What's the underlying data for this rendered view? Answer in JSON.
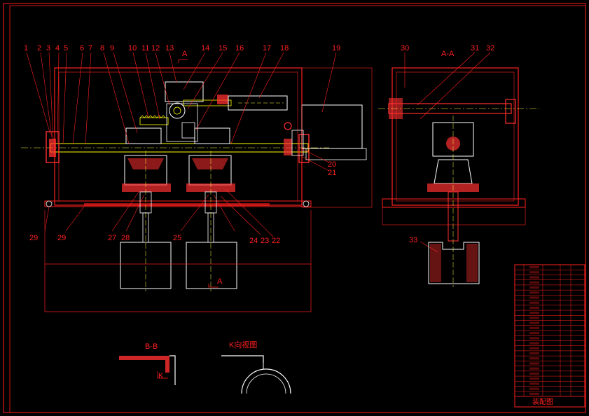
{
  "drawing": {
    "part_numbers": [
      "1",
      "2",
      "3",
      "4",
      "5",
      "6",
      "7",
      "8",
      "9",
      "10",
      "11",
      "12",
      "13",
      "14",
      "15",
      "16",
      "17",
      "18",
      "19",
      "20",
      "21",
      "22",
      "23",
      "24",
      "25",
      "27",
      "28",
      "29",
      "29",
      "30",
      "31",
      "32",
      "33"
    ],
    "section_marks": {
      "a_top": "A",
      "a_bottom": "A",
      "section_aa": "A-A",
      "section_bb": "B-B",
      "view_k": "K向视图",
      "k_mark": "K"
    },
    "title_block": {
      "title": "装配图"
    }
  },
  "colors": {
    "background": "#000000",
    "frame": "#ff0000",
    "metal": "#ff3030",
    "shaft": "#ffff00",
    "outline": "#ffffff",
    "centerline": "#ffff40"
  }
}
